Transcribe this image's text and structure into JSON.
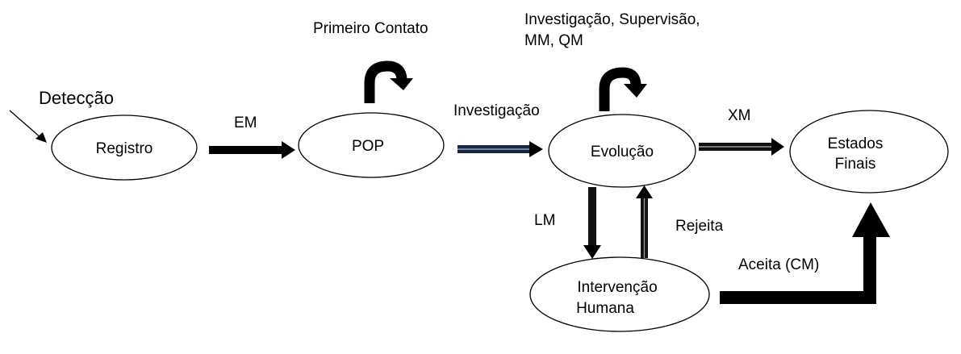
{
  "colors": {
    "stroke": "#000000",
    "fill": "#ffffff",
    "edge_dark": "#111111",
    "edge_shade": "#2b3a5a"
  },
  "nodes": {
    "registro": "Registro",
    "pop": "POP",
    "evolucao": "Evolução",
    "estados_finais": [
      "Estados",
      "Finais"
    ],
    "intervencao_humana": [
      "Intervenção",
      "Humana"
    ]
  },
  "edges": {
    "deteccao": "Detecção",
    "em": "EM",
    "primeiro_contato": "Primeiro Contato",
    "investigacao": "Investigação",
    "evolucao_loop": [
      "Investigação, Supervisão,",
      "MM, QM"
    ],
    "xm": "XM",
    "lm": "LM",
    "rejeita": "Rejeita",
    "aceita_cm": "Aceita (CM)"
  }
}
